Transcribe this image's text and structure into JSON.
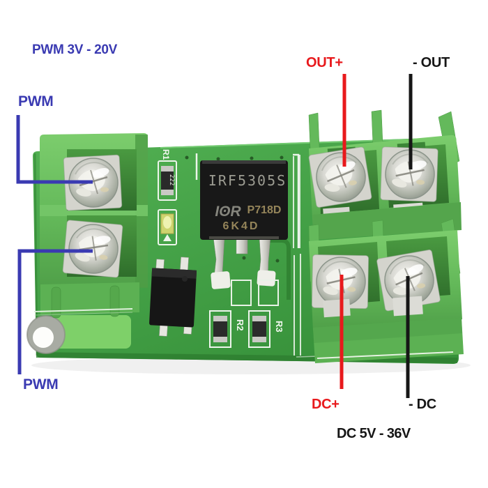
{
  "annotations": {
    "pwm_range": "PWM 3V - 20V",
    "pwm_top": "PWM",
    "pwm_bottom": "PWM",
    "out_positive": "OUT+",
    "out_negative": "- OUT",
    "dc_positive": "DC+",
    "dc_negative": "- DC",
    "dc_range": "DC 5V - 36V"
  },
  "pcb": {
    "mosfet": {
      "part_number": "IRF5305S",
      "logo": "IʘR",
      "code_line1": "P718D",
      "code_line2": "6K4D"
    },
    "silkscreen": {
      "r1": "R1",
      "r2": "R2",
      "r3": "R3",
      "r1_value": "222"
    }
  },
  "colors": {
    "annotation_blue": "#3a3ab2",
    "annotation_red": "#e8191c",
    "annotation_black": "#161616",
    "pcb_green": "#43a046",
    "terminal_green": "#6cc160",
    "background": "#ffffff"
  }
}
